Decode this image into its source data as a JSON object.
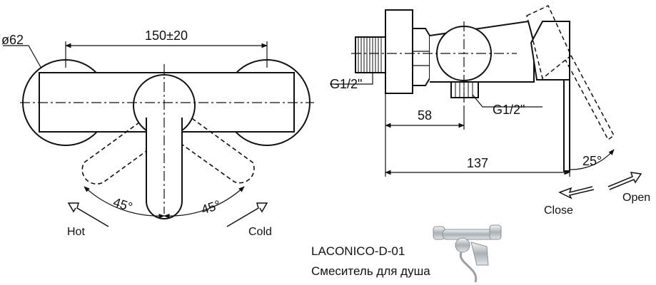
{
  "front_view": {
    "diameter_label": "ø62",
    "spacing_label": "150±20",
    "angle_left_label": "45°",
    "angle_right_label": "45°",
    "hot_label": "Hot",
    "cold_label": "Cold"
  },
  "side_view": {
    "inlet_thread_label": "G1/2\"",
    "outlet_thread_label": "G1/2\"",
    "depth_58_label": "58",
    "depth_137_label": "137",
    "lever_angle_label": "25°",
    "close_label": "Close",
    "open_label": "Open"
  },
  "product": {
    "model_code": "LACONICO-D-01",
    "description": "Смеситель для душа"
  },
  "colors": {
    "line": "#111111",
    "background": "#ffffff",
    "chrome": "#b8bec4"
  }
}
